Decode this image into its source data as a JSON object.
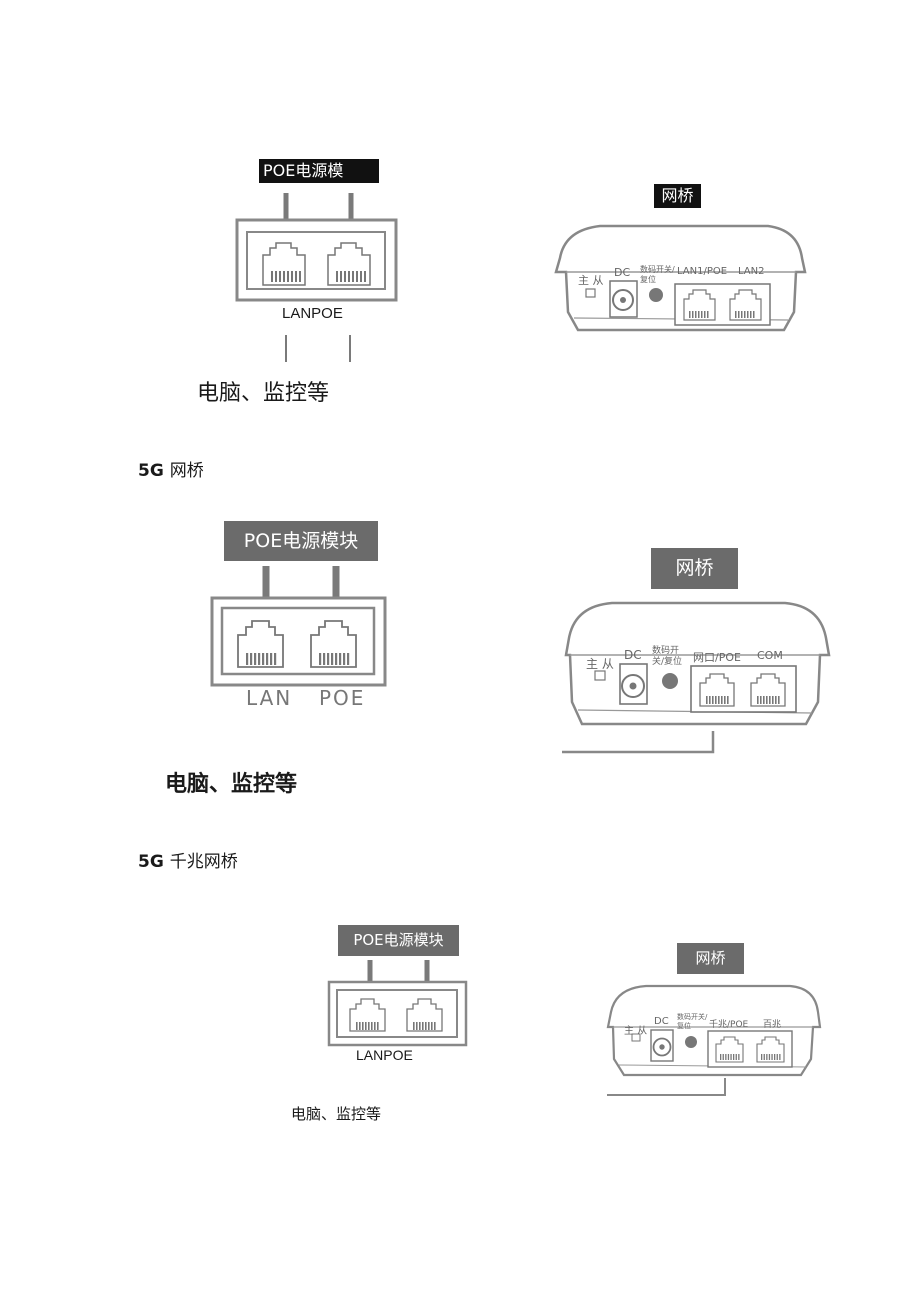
{
  "diagram1": {
    "poe_module_label": "POE电源模",
    "bridge_label": "网桥",
    "port_caption": "LANPOE",
    "device_caption": "电脑、监控等",
    "bridge_ports": {
      "master_slave": "主 从",
      "dc": "DC",
      "switch_reset": "数码开关/复位",
      "lan1": "LAN1/POE",
      "lan2": "LAN2"
    }
  },
  "section2": {
    "heading_prefix": "5G",
    "heading_text": "网桥"
  },
  "diagram2": {
    "poe_module_label": "POE电源模块",
    "bridge_label": "网桥",
    "lan_label": "LAN",
    "poe_label": "POE",
    "device_caption": "电脑、监控等",
    "bridge_ports": {
      "master_slave": "主 从",
      "dc": "DC",
      "switch_reset": "数码开关/复位",
      "port1": "网口/POE",
      "port2": "COM"
    }
  },
  "section3": {
    "heading_prefix": "5G",
    "heading_text": "千兆网桥"
  },
  "diagram3": {
    "poe_module_label": "POE电源模块",
    "bridge_label": "网桥",
    "port_caption": "LANPOE",
    "device_caption": "电脑、监控等",
    "bridge_ports": {
      "master_slave": "主 从",
      "dc": "DC",
      "switch_reset": "数码开关/复位",
      "port1": "千兆/POE",
      "port2": "百兆"
    }
  }
}
